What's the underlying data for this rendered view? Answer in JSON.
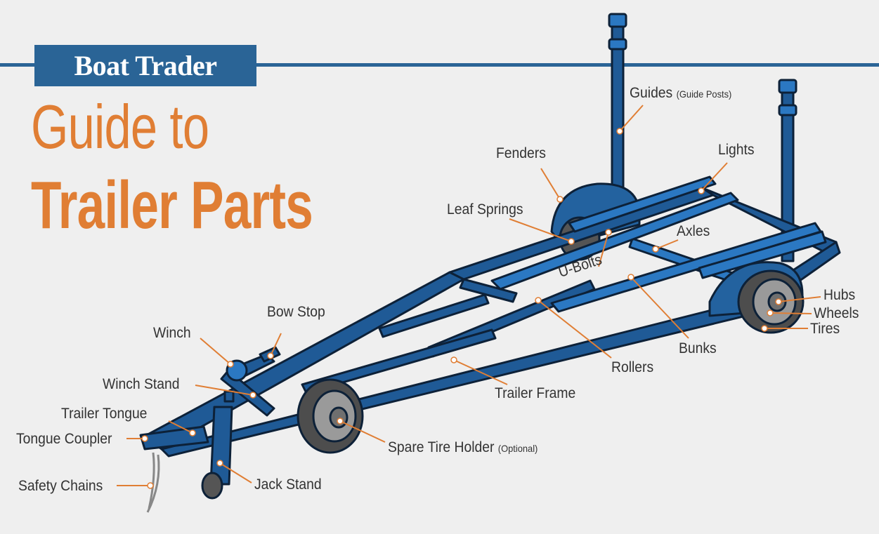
{
  "brand": {
    "name": "Boat Trader"
  },
  "title": {
    "line1": "Guide to",
    "line2": "Trailer Parts"
  },
  "colors": {
    "accent_orange": "#e07e34",
    "brand_blue": "#2a6496",
    "frame_blue": "#1f5a96",
    "outline": "#0d2138"
  },
  "labels": {
    "guides": "Guides",
    "guides_note": "(Guide Posts)",
    "fenders": "Fenders",
    "lights": "Lights",
    "leaf_springs": "Leaf Springs",
    "axles": "Axles",
    "u_bolts": "U-Bolts",
    "hubs": "Hubs",
    "wheels": "Wheels",
    "tires": "Tires",
    "bow_stop": "Bow Stop",
    "winch": "Winch",
    "bunks": "Bunks",
    "winch_stand": "Winch Stand",
    "rollers": "Rollers",
    "trailer_frame": "Trailer Frame",
    "trailer_tongue": "Trailer Tongue",
    "tongue_coupler": "Tongue Coupler",
    "spare_tire_holder": "Spare Tire Holder",
    "spare_tire_note": "(Optional)",
    "jack_stand": "Jack Stand",
    "safety_chains": "Safety Chains"
  }
}
